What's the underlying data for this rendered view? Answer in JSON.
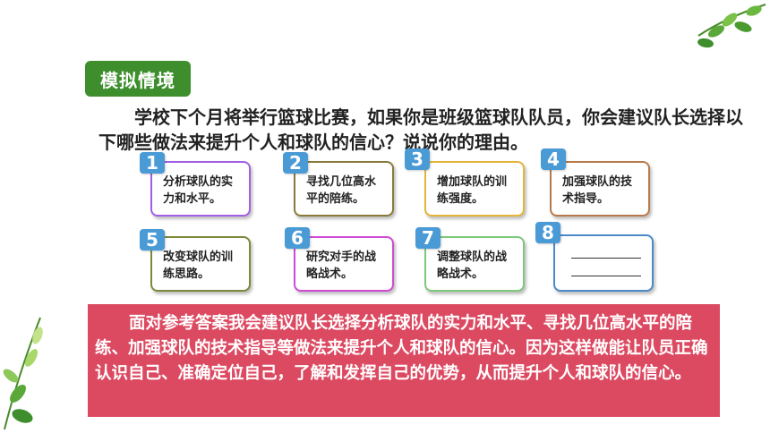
{
  "section_title": "模拟情境",
  "question": "学校下个月将举行篮球比赛，如果你是班级篮球队队员，你会建议队长选择以下哪些做法来提升个人和球队的信心？说说你的理由。",
  "options": [
    {
      "number": "1",
      "label": "分析球队的实力和水平。",
      "color": "#a25fe6"
    },
    {
      "number": "2",
      "label": "寻找几位高水平的陪练。",
      "color": "#8a7a3a"
    },
    {
      "number": "3",
      "label": "增加球队的训练强度。",
      "color": "#e3b53a"
    },
    {
      "number": "4",
      "label": "加强球队的技术指导。",
      "color": "#b87a4a"
    },
    {
      "number": "5",
      "label": "改变球队的训练思路。",
      "color": "#7a8a3a"
    },
    {
      "number": "6",
      "label": "研究对手的战略战术。",
      "color": "#d04ad6"
    },
    {
      "number": "7",
      "label": "调整球队的战略战术。",
      "color": "#7cc97c"
    },
    {
      "number": "8",
      "label": "",
      "color": "#4a8ac9"
    }
  ],
  "answer": "面对参考答案我会建议队长选择分析球队的实力和水平、寻找几位高水平的陪练、加强球队的技术指导等做法来提升个人和球队的信心。因为这样做能让队员正确认识自己、准确定位自己，了解和发挥自己的优势，从而提升个人和球队的信心。",
  "colors": {
    "title_bg": "#3e8e2e",
    "answer_bg": "#dc4a62"
  }
}
